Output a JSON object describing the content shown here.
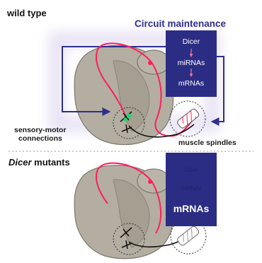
{
  "panels": {
    "wild_type": {
      "title": "wild type",
      "circuit_title": "Circuit maintenance",
      "box": {
        "line1": "Dicer",
        "line2": "miRNAs",
        "line3": "mRNAs"
      },
      "label_connections_line1": "sensory-motor",
      "label_connections_line2": "connections",
      "label_spindles": "muscle spindles"
    },
    "mutant": {
      "title_italic": "Dicer",
      "title_rest": " mutants",
      "box": {
        "ghost1": "Dicer",
        "ghost2": "miRNAs",
        "line3": "mRNAs"
      }
    }
  },
  "colors": {
    "background": "#ffffff",
    "glow": "#e7e2f4",
    "spinal_cord": "#b3aea1",
    "grey_matter": "#a49f91",
    "neuron": "#ff1e5a",
    "box": "#2b2d84",
    "arrow": "#2e2f8c",
    "synapse": "#23d46a",
    "divider": "#9a9a9a"
  }
}
